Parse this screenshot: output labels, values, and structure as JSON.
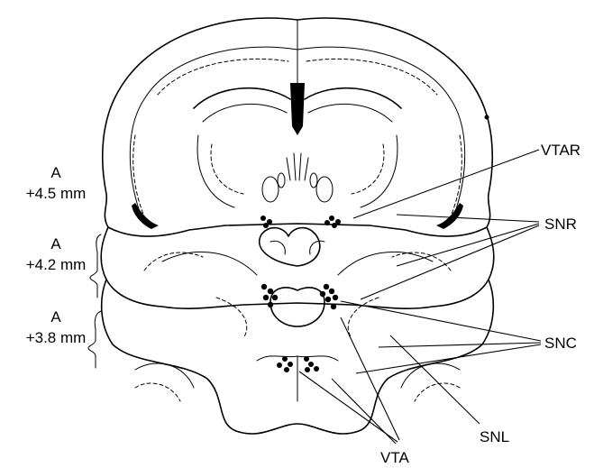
{
  "levels": [
    {
      "line1": "A",
      "line2": "+4.5 mm"
    },
    {
      "line1": "A",
      "line2": "+4.2 mm"
    },
    {
      "line1": "A",
      "line2": "+3.8 mm"
    }
  ],
  "labels": {
    "vtar": "VTAR",
    "snr": "SNR",
    "snc": "SNC",
    "vta": "VTA",
    "snl": "SNL"
  }
}
